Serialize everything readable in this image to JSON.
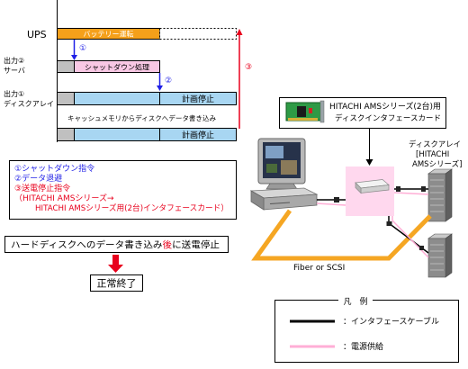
{
  "colors": {
    "battery_bar": "#f5a01a",
    "shutdown_bar": "#f8c8e4",
    "disk_bar": "#a8d6f2",
    "idle_bar": "#c0c0c0",
    "command_blue": "#1f1fe6",
    "command_red": "#e8001c",
    "fiber_line": "#f5a623",
    "power_line": "#ffaed6",
    "interface_line": "#000000",
    "controller_box": "#ffd8ee",
    "card_pcb": "#2e9a45"
  },
  "timing": {
    "ups_label": "UPS",
    "battery_label": "バッテリー運転",
    "server_output": "出力②",
    "server_name": "サーバ",
    "shutdown_label": "シャットダウン処理",
    "disk_output": "出力①",
    "disk_name": "ディスクアレイ",
    "planned_stop_upper": "計画停止",
    "cache_write_label": "キャッシュメモリからディスクへデータ書き込み",
    "planned_stop_lower": "計画停止",
    "marker_1": "①",
    "marker_2": "②",
    "marker_3": "③"
  },
  "steps": {
    "step_1": "①シャットダウン指令",
    "step_2": "②データ退避",
    "step_3": "③送電停止指令",
    "step_3_detail_1": "（HITACHI AMSシリーズ→",
    "step_3_detail_2": "HITACHI AMSシリーズ用(2台)インタフェースカード）"
  },
  "note": {
    "before": "ハードディスクへのデータ書き込み",
    "emphasis": "後",
    "after": "に送電停止"
  },
  "result": "正常終了",
  "system": {
    "card_title_1": "HITACHI AMSシリーズ(2台)用",
    "card_title_2": "ディスクインタフェースカード",
    "array_title_1": "ディスクアレイ",
    "array_title_2": "[HITACHI",
    "array_title_3": "AMSシリーズ]",
    "connection_label": "Fiber or SCSI"
  },
  "legend": {
    "title": "凡　例",
    "interface_cable": "：インタフェースケーブル",
    "power_supply": "：電源供給"
  }
}
